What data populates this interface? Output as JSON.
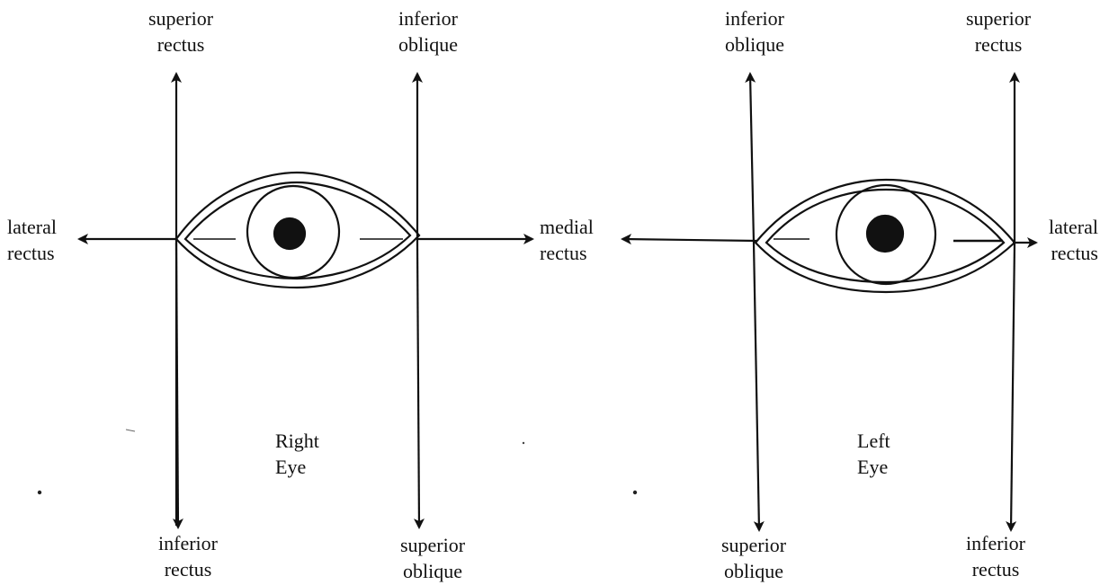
{
  "right_eye": {
    "title": [
      "Right",
      "Eye"
    ],
    "top_left": [
      "superior",
      "rectus"
    ],
    "top_right": [
      "inferior",
      "oblique"
    ],
    "left": [
      "lateral",
      "rectus"
    ],
    "right": [
      "medial",
      "rectus"
    ],
    "bottom_left": [
      "inferior",
      "rectus"
    ],
    "bottom_right": [
      "superior",
      "oblique"
    ]
  },
  "left_eye": {
    "title": [
      "Left",
      "Eye"
    ],
    "top_left": [
      "inferior",
      "oblique"
    ],
    "top_right": [
      "superior",
      "rectus"
    ],
    "left": [
      "medial",
      "rectus"
    ],
    "right": [
      "lateral",
      "rectus"
    ],
    "bottom_left": [
      "superior",
      "oblique"
    ],
    "bottom_right": [
      "inferior",
      "rectus"
    ]
  },
  "colors": {
    "ink": "#111111",
    "background": "#ffffff"
  }
}
